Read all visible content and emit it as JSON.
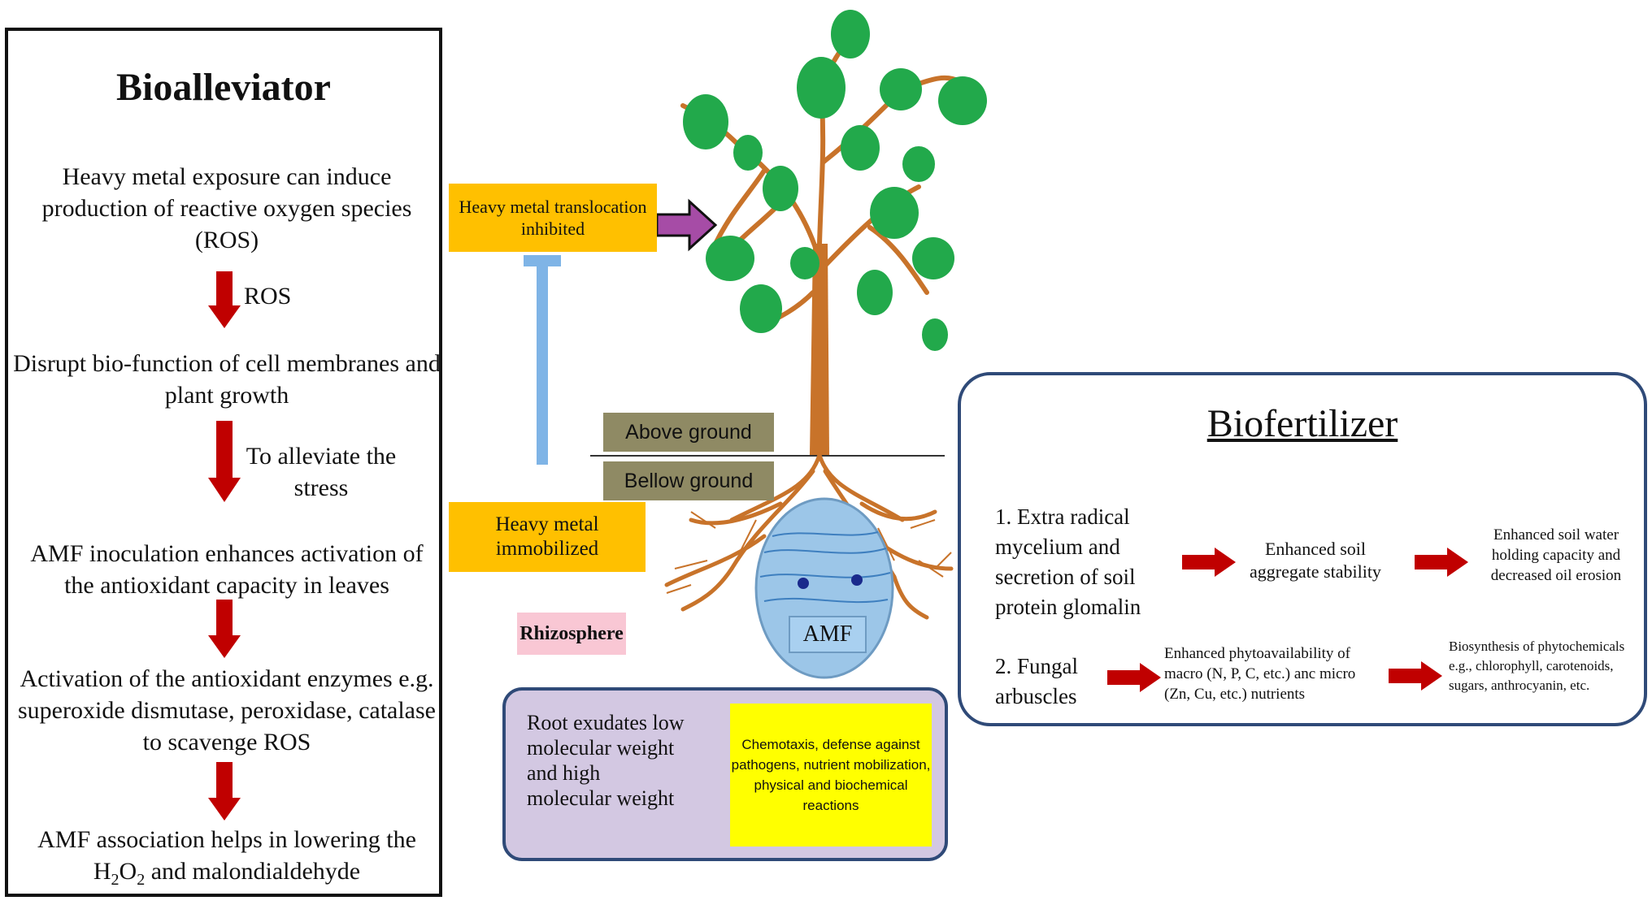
{
  "bioalleviator": {
    "title": "Bioalleviator",
    "step1": "Heavy metal exposure can induce production  of reactive oxygen species (ROS)",
    "arrow1_label": "ROS",
    "step2": "Disrupt bio-function  of cell membranes and plant growth",
    "arrow2_label": "To alleviate the stress",
    "step3": "AMF inoculation  enhances activation of the antioxidant  capacity in leaves",
    "step4": "Activation of the antioxidant  enzymes e.g. superoxide dismutase, peroxidase, catalase to scavenge ROS",
    "step5_prefix": "AMF association helps in lowering the H",
    "step5_sub1": "2",
    "step5_mid": "O",
    "step5_sub2": "2",
    "step5_suffix": " and malondialdehyde"
  },
  "plant": {
    "translocation_label": "Heavy metal translocation inhibited",
    "above_ground": "Above ground",
    "below_ground": "Bellow ground",
    "immobilized_label": "Heavy metal immobilized",
    "amf_label": "AMF",
    "rhizosphere": "Rhizosphere"
  },
  "root_exudates": {
    "text": "Root exudates low molecular weight and high molecular weight",
    "effects": "Chemotaxis,  defense against pathogens, nutrient mobilization, physical and biochemical reactions"
  },
  "biofertilizer": {
    "title": "Biofertilizer",
    "item1": "1.    Extra radical mycelium and secretion of soil protein glomalin",
    "item1_effect1": "Enhanced soil aggregate   stability",
    "item1_effect2": "Enhanced soil water holding capacity and decreased oil erosion",
    "item2": "2. Fungal arbuscles",
    "item2_effect1": "Enhanced phytoavailability of macro (N, P, C, etc.) anc micro (Zn, Cu, etc.) nutrients",
    "item2_effect2": "Biosynthesis of phytochemicals e.g., chlorophyll, carotenoids, sugars, anthrocyanin, etc."
  },
  "colors": {
    "red_arrow": "#c00000",
    "orange": "#ffc000",
    "olive": "#8f8a64",
    "leaf": "#22a94b",
    "trunk": "#c8732a",
    "blue_inhibit": "#7fb4e6",
    "purple_arrow": "#a64ca6",
    "panel_border": "#2f4a78",
    "root_panel_fill": "#d3c8e2",
    "yellow": "#ffff00",
    "rhizosphere_fill": "#f9c7d4"
  }
}
